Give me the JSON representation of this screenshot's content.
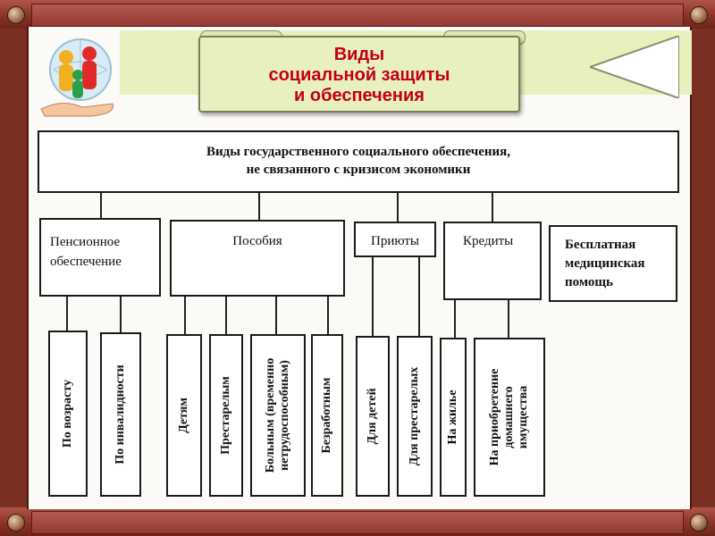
{
  "header": {
    "title_lines": [
      "Виды",
      "социальной защиты",
      "и обеспечения"
    ]
  },
  "diagram": {
    "root": [
      "Виды государственного социального обеспечения,",
      "не связанного с кризисом экономики"
    ],
    "categories": [
      {
        "label_lines": [
          "Пенсионное",
          "обеспечение"
        ],
        "children": [
          {
            "lines": [
              "По возрасту"
            ]
          },
          {
            "lines": [
              "По инвалидности"
            ]
          }
        ]
      },
      {
        "label_lines": [
          "Пособия"
        ],
        "children": [
          {
            "lines": [
              "Детям"
            ]
          },
          {
            "lines": [
              "Престарелым"
            ]
          },
          {
            "lines": [
              "Больным (временно",
              "нетрудоспособным)"
            ]
          },
          {
            "lines": [
              "Безработным"
            ]
          }
        ]
      },
      {
        "label_lines": [
          "Приюты"
        ],
        "children": [
          {
            "lines": [
              "Для детей"
            ]
          },
          {
            "lines": [
              "Для престарелых"
            ]
          }
        ]
      },
      {
        "label_lines": [
          "Кредиты"
        ],
        "children": [
          {
            "lines": [
              "На жилье"
            ]
          },
          {
            "lines": [
              "На приобретение",
              "домашнего",
              "имущества"
            ]
          }
        ]
      },
      {
        "label_lines": [
          "Бесплатная",
          "медицинская",
          "помощь"
        ],
        "children": []
      }
    ]
  },
  "colors": {
    "frame": "#8a3328",
    "title_text": "#c2000e",
    "band": "#e8f0bd"
  }
}
